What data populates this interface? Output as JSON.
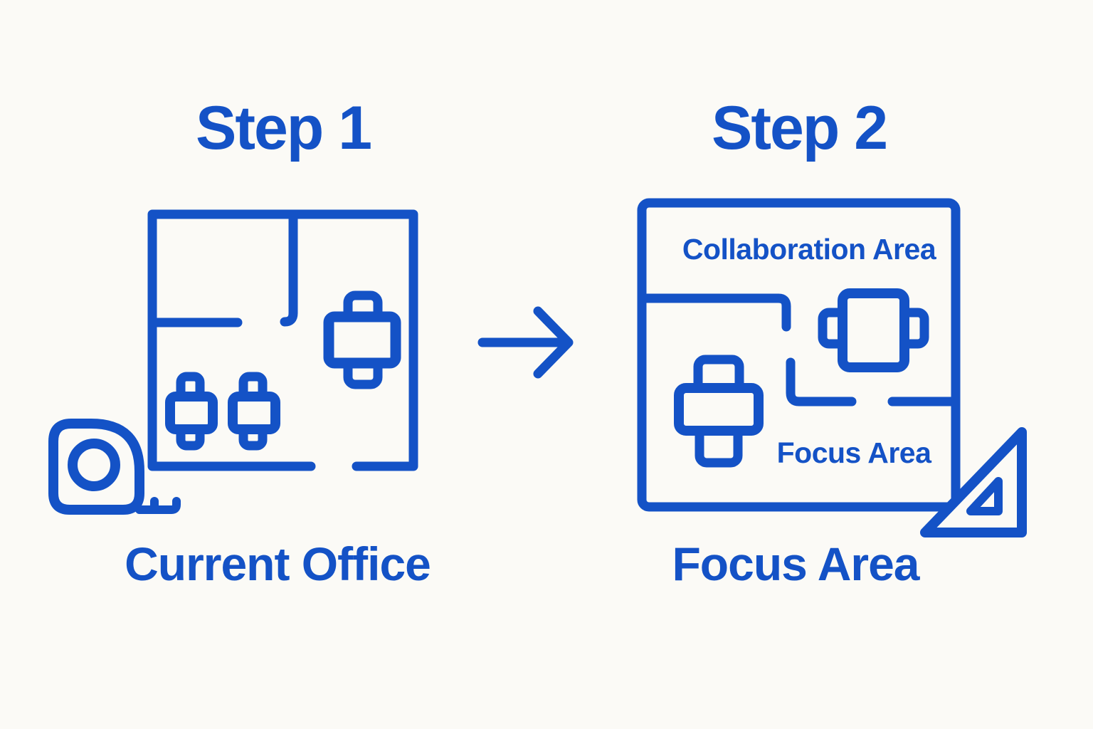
{
  "colors": {
    "accent": "#1452c6",
    "background": "#fbfaf6"
  },
  "step1": {
    "title": "Step 1",
    "caption": "Current Office",
    "icons": {
      "floorplan": "floorplan-two-rooms",
      "tape_measure": "tape-measure",
      "desks": "desk-with-chairs"
    }
  },
  "arrow": {
    "icon": "arrow-right"
  },
  "step2": {
    "title": "Step 2",
    "caption": "Focus Area",
    "zone_labels": {
      "collaboration": "Collaboration Area",
      "focus": "Focus Area"
    },
    "icons": {
      "floorplan": "floorplan-zoned",
      "set_square": "set-square-triangle",
      "desks": "desk-with-chairs"
    }
  }
}
